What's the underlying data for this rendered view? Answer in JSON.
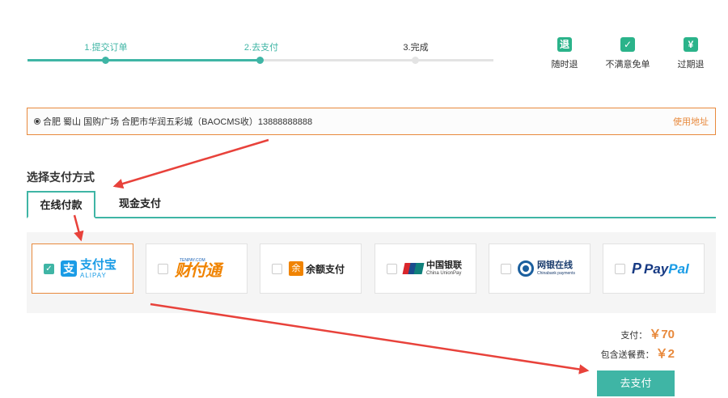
{
  "progress": {
    "steps": [
      {
        "label": "1.提交订单",
        "status": "done"
      },
      {
        "label": "2.去支付",
        "status": "done"
      },
      {
        "label": "3.完成",
        "status": "todo"
      }
    ]
  },
  "guarantees": [
    {
      "icon": "退",
      "label": "随时退"
    },
    {
      "icon": "✓",
      "label": "不满意免单"
    },
    {
      "icon": "¥",
      "label": "过期退"
    }
  ],
  "address": {
    "text": "合肥  蜀山  国购广场  合肥市华润五彩城（BAOCMS收）13888888888",
    "use_label": "使用地址"
  },
  "section_title": "选择支付方式",
  "tabs": [
    {
      "label": "在线付款",
      "active": true
    },
    {
      "label": "现金支付",
      "active": false
    }
  ],
  "payment_methods": {
    "alipay": {
      "badge": "支",
      "cn": "支付宝",
      "en": "ALIPAY",
      "selected": true,
      "check": "✓"
    },
    "tenpay": {
      "small": "TENPAY.COM",
      "main": "财付通"
    },
    "balance": {
      "badge": "余",
      "text": "余额支付"
    },
    "unionpay": {
      "cn": "中国银联",
      "en": "China UnionPay"
    },
    "chinabank": {
      "cn": "网银在线",
      "en": "Chinabank payments"
    },
    "paypal": {
      "p": "P",
      "pay": "Pay",
      "pal": "Pal"
    }
  },
  "totals": {
    "pay_label": "支付：",
    "pay_value": "￥70",
    "delivery_label": "包含送餐费：",
    "delivery_value": "￥2"
  },
  "pay_button_label": "去支付",
  "colors": {
    "accent": "#3fb5a5",
    "orange": "#e8893c",
    "arrow": "#e8423b"
  }
}
